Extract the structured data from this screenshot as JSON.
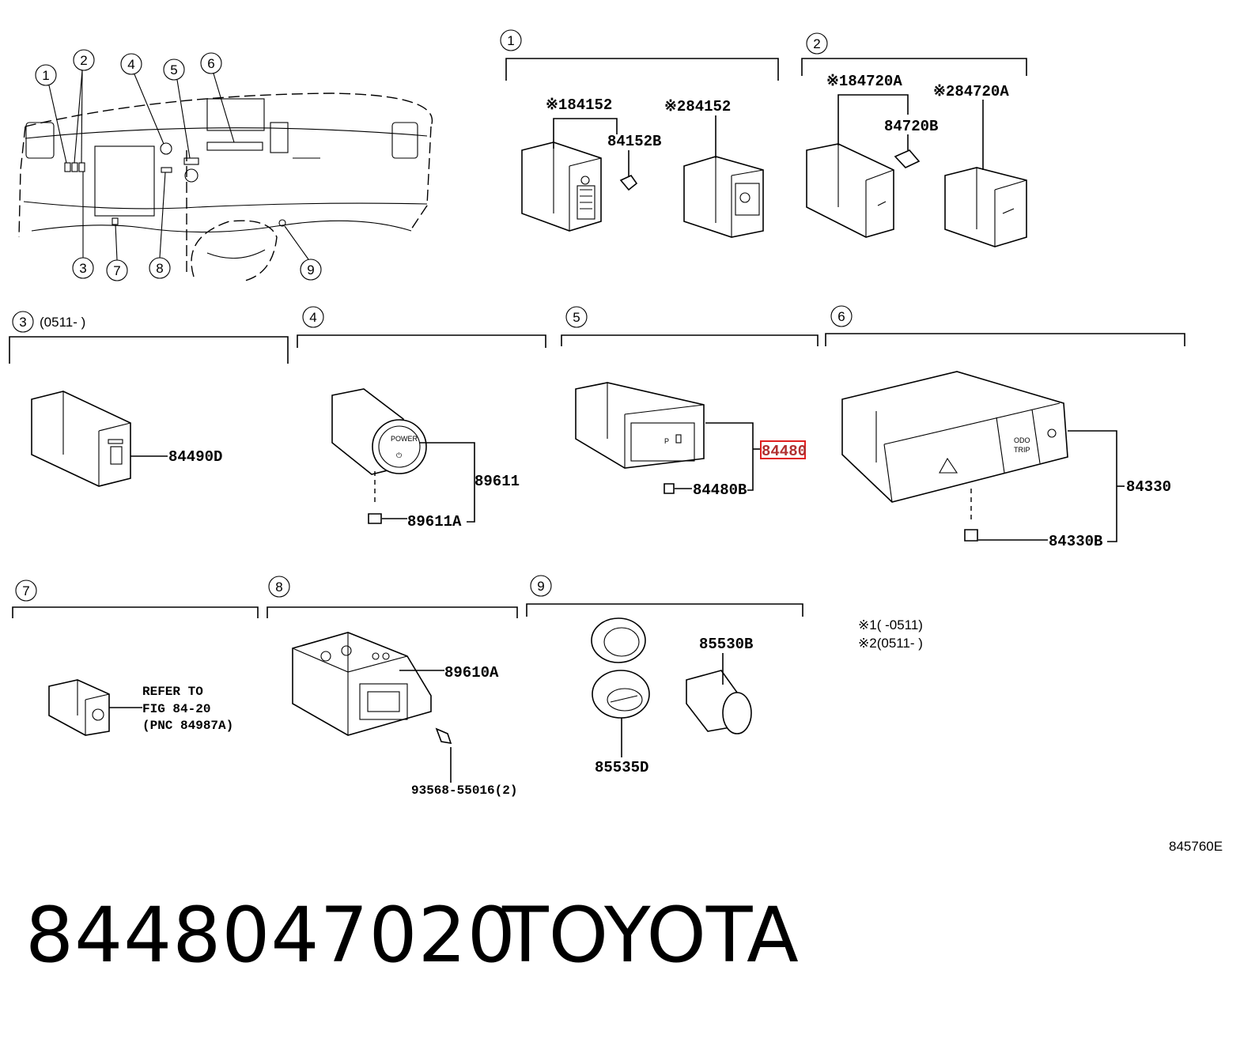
{
  "callouts": [
    "1",
    "2",
    "3",
    "4",
    "5",
    "6",
    "7",
    "8",
    "9"
  ],
  "sections": {
    "s1": {
      "num": "1"
    },
    "s2": {
      "num": "2"
    },
    "s3": {
      "num": "3",
      "note": "(0511-   )"
    },
    "s4": {
      "num": "4"
    },
    "s5": {
      "num": "5"
    },
    "s6": {
      "num": "6"
    },
    "s7": {
      "num": "7"
    },
    "s8": {
      "num": "8"
    },
    "s9": {
      "num": "9"
    }
  },
  "labels": {
    "p84152_1": "※184152",
    "p84152B": "84152B",
    "p84152_2": "※284152",
    "p84720A_1": "※184720A",
    "p84720B": "84720B",
    "p84720A_2": "※284720A",
    "p84490D": "84490D",
    "p89611": "89611",
    "p89611A": "89611A",
    "p84480": "84480",
    "p84480B": "84480B",
    "p84330": "84330",
    "p84330B": "84330B",
    "refer1": "REFER TO",
    "refer2": "FIG 84-20",
    "refer3": "(PNC 84987A)",
    "p89610A": "89610A",
    "p93568": "93568-55016(2)",
    "p85530B": "85530B",
    "p85535D": "85535D"
  },
  "notes": {
    "n1": "※1(   -0511)",
    "n2": "※2(0511-   )"
  },
  "switch_text": {
    "power": "POWER",
    "odo": "ODO",
    "trip": "TRIP",
    "p": "P"
  },
  "figure_code": "845760E",
  "footer": {
    "part_number": "8448047020",
    "brand": "TOYOTA"
  },
  "highlight_color": "#e02020"
}
